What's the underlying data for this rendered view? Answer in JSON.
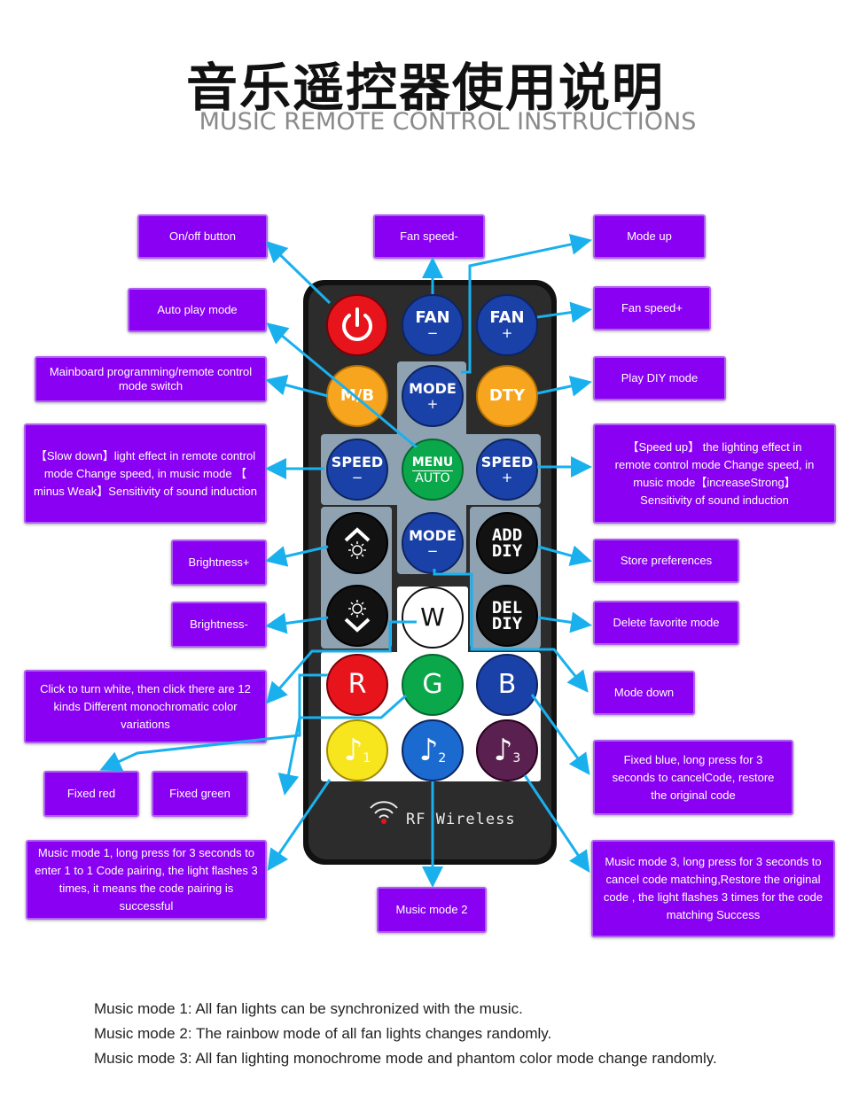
{
  "title": {
    "cn": "音乐遥控器使用说明",
    "en": "MUSIC REMOTE CONTROL INSTRUCTIONS"
  },
  "labels": {
    "onoff": "On/off button",
    "fan_speed_minus": "Fan speed-",
    "mode_up": "Mode up",
    "auto_play": "Auto play mode",
    "fan_speed_plus": "Fan speed+",
    "mainboard": "Mainboard programming/remote control mode switch",
    "play_diy": "Play DIY mode",
    "slow_down": "【Slow down】light effect in remote control mode Change speed, in music mode 【 minus Weak】Sensitivity of sound induction",
    "speed_up": "【Speed up】 the lighting effect in remote control mode Change speed, in music mode【increaseStrong】 Sensitivity of sound induction",
    "brightness_plus": "Brightness+",
    "store_preferences": "Store preferences",
    "brightness_minus": "Brightness-",
    "delete_favorite": "Delete favorite mode",
    "click_white": "Click to turn white, then click there are 12 kinds Different monochromatic color variations",
    "mode_down": "Mode down",
    "fixed_red": "Fixed red",
    "fixed_green": "Fixed green",
    "fixed_blue": "Fixed blue, long press for 3 seconds to cancelCode, restore the original code",
    "music_mode_1": "Music mode 1, long press for 3 seconds to enter 1 to 1 Code pairing, the light flashes 3 times, it means the code pairing is successful",
    "music_mode_2": "Music mode 2",
    "music_mode_3": "Music mode 3, long press for 3 seconds to cancel code matching,Restore the original code , the light flashes 3 times for the code matching Success"
  },
  "remote": {
    "fan": "FAN",
    "minus": "−",
    "plus": "+",
    "mb": "M/B",
    "mode": "MODE",
    "dty": "DTY",
    "speed": "SPEED",
    "menu": "MENU",
    "auto": "AUTO",
    "add": "ADD",
    "del": "DEL",
    "diy": "DIY",
    "w": "W",
    "r": "R",
    "g": "G",
    "b": "B",
    "m1": "1",
    "m2": "2",
    "m3": "3",
    "rf": "RF Wireless",
    "colors": {
      "power": "#e8141c",
      "red": "#e8141c",
      "green": "#0aa84a",
      "blue": "#1a41a8",
      "yellow": "#f7e51e",
      "purple": "#5a2050",
      "label_bg": "#8a00f2",
      "arrow": "#1ab0ee"
    }
  },
  "notes": [
    "Music mode 1: All fan lights can be synchronized with the music.",
    "Music mode 2: The rainbow mode of all fan lights changes randomly.",
    "Music mode 3: All fan lighting monochrome mode and phantom color mode change randomly."
  ]
}
